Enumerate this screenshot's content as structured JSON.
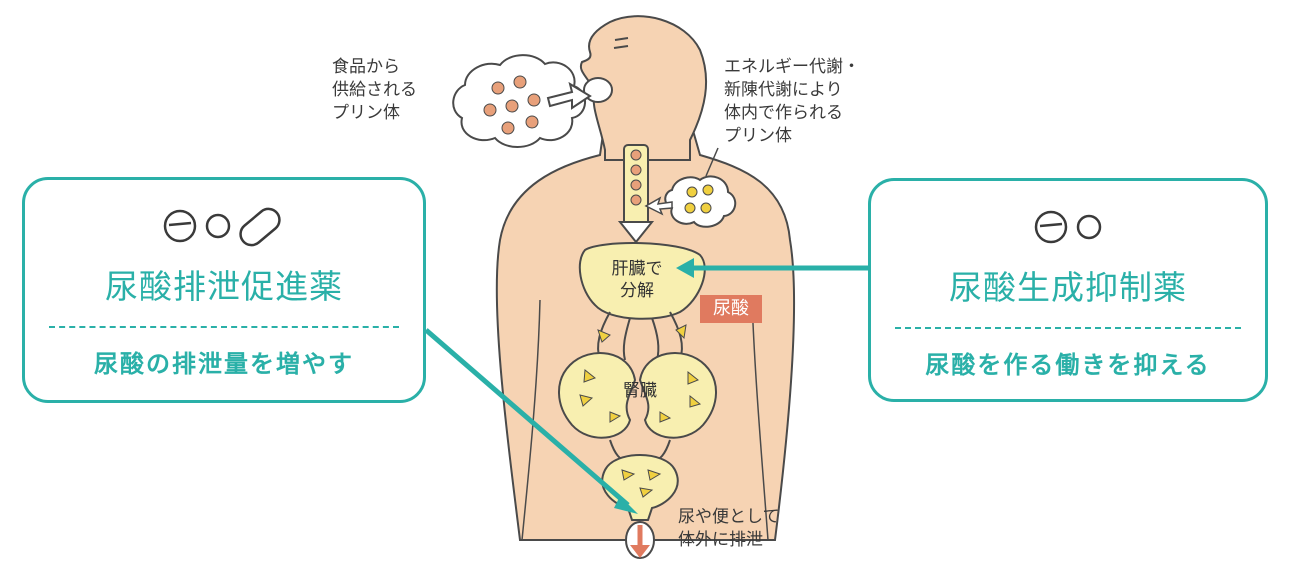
{
  "food_label": "食品から\n供給される\nプリン体",
  "metabolism_label": "エネルギー代謝・\n新陳代謝により\n体内で作られる\nプリン体",
  "liver_label": "肝臓で\n分解",
  "uric_acid_badge": "尿酸",
  "kidney_label": "腎臓",
  "excretion_label": "尿や便として\n体外に排泄",
  "left_panel": {
    "title": "尿酸排泄促進薬",
    "subtitle": "尿酸の排泄量を増やす"
  },
  "right_panel": {
    "title": "尿酸生成抑制薬",
    "subtitle": "尿酸を作る働きを抑える"
  },
  "colors": {
    "teal": "#2ab0a8",
    "skin": "#f6d3b3",
    "organ": "#f8efb0",
    "accent": "#e07a5f"
  }
}
